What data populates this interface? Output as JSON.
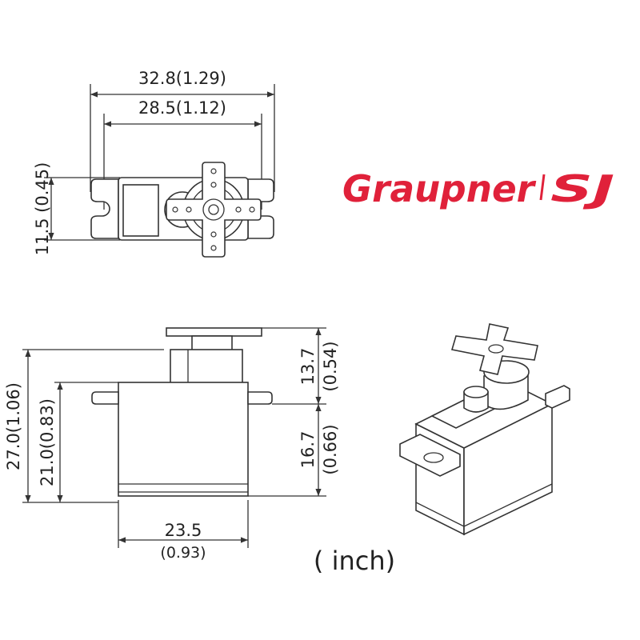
{
  "logo": {
    "brand": "Graupner",
    "suffix": "SJ",
    "color": "#e0213a"
  },
  "dimensions": {
    "top_width_outer": "32.8(1.29)",
    "top_width_inner": "28.5(1.12)",
    "top_depth": "11.5 (0.45)",
    "total_height": "27.0(1.06)",
    "body_height": "21.0(0.83)",
    "upper_height_mm": "13.7",
    "upper_height_in": "(0.54)",
    "lower_height_mm": "16.7",
    "lower_height_in": "(0.66)",
    "body_width_mm": "23.5",
    "body_width_in": "(0.93)"
  },
  "unit_note": "( inch)"
}
